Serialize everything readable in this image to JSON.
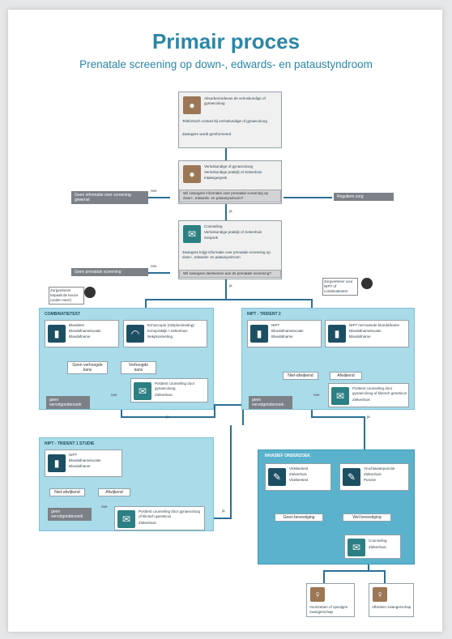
{
  "header": {
    "title": "Primair proces",
    "subtitle": "Prenatale screening op down-, edwards- en pataustyndroom"
  },
  "top_flow": {
    "step1_title": "Absorberendevan de verloskundige of gynaecoloog",
    "step1_note_a": "Telefonisch contact bij verloskundige of gynaecoloog",
    "step1_note_b": "Zwangere wordt geïnformeerd",
    "step2_title": "Verloskundige of gynaecoloog",
    "step2_line1": "Verloskundige praktijk of ziekenhuis",
    "step2_line2": "Intakegesprek",
    "step2_question": "Wil zwangere informatie over prenatale screening op down-, edwards- en patausyndroom?",
    "step2_left": "Geen informatie over screening gewenst",
    "step2_right": "Reguliere zorg",
    "label_nee1": "nee",
    "label_ja1": "ja",
    "step3_title": "Counseling",
    "step3_line1": "Verloskundige praktijk of ziekenhuis",
    "step3_line2": "Gesprek",
    "step3_note": "Zwangere krijgt informatie over prenatale screening op down-, edwards- en patausyndroom",
    "step3_question": "Wil zwangere deelnemen aan de prenatale screening?",
    "step3_left": "Geen prenatale screening",
    "label_nee2": "nee",
    "label_ja2": "ja"
  },
  "side_notes": {
    "left_note": "Zorgverlener bepaalt de keuze (onder meer)",
    "right_note": "Zorgverlener voor NIPT of combinatietest"
  },
  "combinatietest": {
    "title": "COMBINATIETEST",
    "card1_title": "Bloedtest",
    "card1_line1": "Bloedafnamelocatie",
    "card1_line2": "Bloedafname",
    "card2_title": "Echoscopie (nekplooimeting)",
    "card2_line1": "Echopraktijk / ziekenhuis",
    "card2_line2": "Nekplooimeting",
    "opt_left": "Geen verhoogde kans",
    "opt_right": "Verhoogde kans",
    "card3_title": "Posttest counseling door gynaecoloog",
    "card3_line1": "Ziekenhuis",
    "result": "geen vervolgonderzoek",
    "label_nee": "nee",
    "label_ja": "ja"
  },
  "nipt_trident2": {
    "title": "NIPT - TRIDENT 2",
    "card1_title": "NIPT",
    "card1_line1": "Bloedafnamelocatie",
    "card1_line2": "Bloedafname",
    "card2_title": "NIPT met tweede bloedafname",
    "card2_line1": "Bloedafnamelocatie",
    "card2_line2": "Bloedafname",
    "opt_left": "Niet-afwijkend",
    "opt_right": "Afwijkend",
    "card3_title": "Posttest counseling door gynaecoloog of klinisch geneticus",
    "card3_line1": "Ziekenhuis",
    "result": "geen vervolgonderzoek",
    "label_nee": "nee",
    "label_ja": "ja"
  },
  "nipt_trident1": {
    "title": "NIPT - TRIDENT 1 STUDIE",
    "card1_title": "NIPT",
    "card1_line1": "Bloedafnamelocatie",
    "card1_line2": "Bloedafname",
    "opt_left": "Niet-afwijkend",
    "opt_right": "Afwijkend",
    "card2_title": "Posttest counseling door gynaecoloog of klinisch geneticus",
    "card2_line1": "Ziekenhuis",
    "result": "geen vervolgonderzoek",
    "label_nee": "nee",
    "label_ja": "ja"
  },
  "invasief": {
    "title": "INVASIEF ONDERZOEK",
    "card1_title": "Vlokkentest",
    "card1_line1": "Ziekenhuis",
    "card1_line2": "Vlokkentest",
    "card2_title": "Vruchtwaterpunctie",
    "card2_line1": "Ziekenhuis",
    "card2_line2": "Punctie",
    "opt_left": "Geen bevestiging",
    "opt_right": "Wel bevestiging",
    "card3_title": "Counseling",
    "card3_line1": "Ziekenhuis",
    "end_left": "Voortzetten of opvolgen zwangerschap",
    "end_right": "Afbreken zwangerschap"
  },
  "colors": {
    "accent": "#2b87a6",
    "panel": "#a9dbe9",
    "panel_dark": "#5ab2cc",
    "line": "#2b6f94"
  }
}
